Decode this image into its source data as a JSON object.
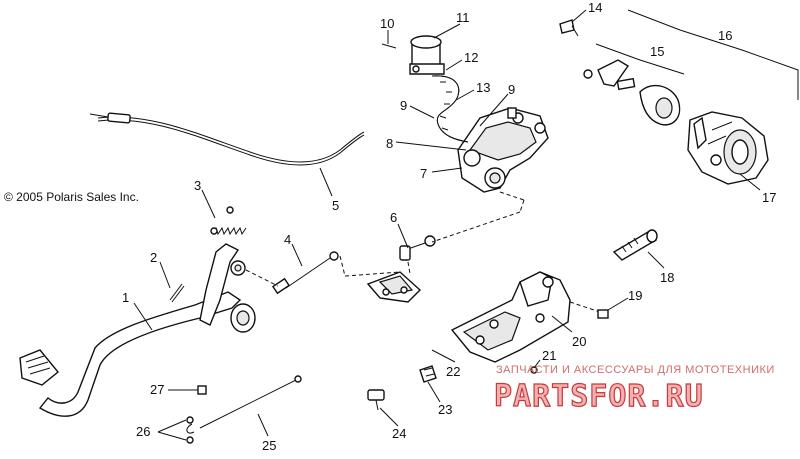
{
  "copyright": "© 2005 Polaris Sales Inc.",
  "watermark": {
    "tagline": "ЗАПЧАСТИ И АКСЕССУАРЫ ДЛЯ МОТОТЕХНИКИ",
    "logo": "PARTSFOR.RU",
    "color": "#c83a3a"
  },
  "callouts": [
    "1",
    "2",
    "3",
    "4",
    "5",
    "6",
    "7",
    "8",
    "9",
    "9",
    "10",
    "11",
    "12",
    "13",
    "14",
    "15",
    "16",
    "17",
    "18",
    "19",
    "20",
    "21",
    "22",
    "23",
    "24",
    "25",
    "26",
    "27"
  ],
  "parts": {
    "brake_pedal": "brake-pedal",
    "brake_cable": "brake-cable",
    "master_cylinder": "master-cylinder",
    "reservoir": "fluid-reservoir",
    "hose": "reservoir-hose",
    "caliper": "brake-caliper",
    "mount_bracket": "mount-bracket",
    "pivot_block": "pivot-block",
    "pin": "pivot-pin",
    "rod": "pedal-rod"
  }
}
